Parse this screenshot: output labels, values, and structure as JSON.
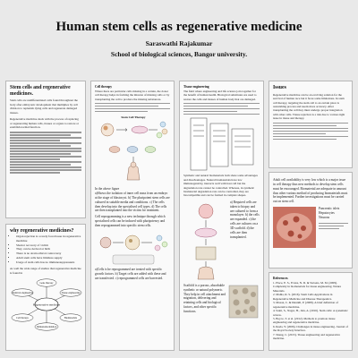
{
  "poster": {
    "title": "Human stem cells as regenerative medicine",
    "author": "Saraswathi Rajakumar",
    "affiliation": "School of biological sciences, Bangor university."
  },
  "col1": {
    "intro_heading": "Stem cells and regenerative medicines.",
    "intro_text_1": "Stem cells are undifferentiated cells found throughout the body after embryonic development that multiplies by cell division to replenish dying cells and regenerate damaged tissues.",
    "intro_text_2": "Regenerative medicine deals with the process of replacing or regenerating human cells, tissues or organs to restore or establish normal function.",
    "why_heading": "why regenerative medicines?",
    "why_bullets": [
      "Organ rejection is a rarely faced issue in regenerative medicine",
      "Shorter recovery of victim",
      "They can be derived at birth",
      "There is no strain ethical controversy",
      "Adult stem cells have limitless supply",
      "Usage of stem cells has no immunosuppressants"
    ],
    "why_footer": "As well the wide range of studies that regenerative medicine is found in",
    "diagram_center": "Regenerative medicine",
    "diagram_nodes": [
      "Gene therapy",
      "Tissue engineering",
      "Biomaterials",
      "Immunomodulation",
      "Cell therapy",
      "chemical engineering"
    ]
  },
  "col2": {
    "heading": "Cell therapy",
    "text": "Where there are particular cells missing in a certain, the donor cell therapy helps in forming the mission of missing cells or by transplanting the cell to produce the missing substances.",
    "figure_title": "Stem Cell Therapy",
    "caption_1": "In the above figure",
    "caption_2": "a)Shows the isolation of inner cell mass from an embryo at the stage of blastocyst. b) The pluripotent stem cells are cultured in suitable media and conditions. c) The cells then develop into the specialised cell types. d) The cells are then transplanted into the victim for treatment.",
    "caption_3": "Cell reprogramming is a new technique through which specialised cells can be induced with pluripotency and then reprogrammed into specific stem cells.",
    "caption_4": "a)Cells is be reprogrammed are treated with specific growth factors. b) Target cells are added with these and are transfected. c) reprogrammed cells are harvested."
  },
  "col3": {
    "heading": "Tissue engineering",
    "text": "The field where engineering and life science join together for the benefit of human health. Biological substitutes are used to restore the cells and tissues of human body that are damaged.",
    "scaffold_text": "Synthetic and natural biomaterials both share some advantages and disadvantages. Natural biomaterials have low immunogenicity, interacts well with host cell but the degradation rate cannot be controlled. Whereas, in synthetic biomaterial degradation rate can be controlled, they are biocompatible and can be formed in complex shapes.",
    "steps_text": "a) Required cells are taken to biopsy and are cultured to form a monolayer. b) the cells are expanded. c) the cells are cultures on a 3D scaffold. d) the cells are then transplanted.",
    "scaffold_foot": "Scaffold is a porous, absorbable synthetic or natural polymeric. They help in cell attachment and migration, delivering and retaining cells and biological factors, and other specific functions."
  },
  "col4": {
    "issues_heading": "Issues",
    "issues_text": "Regenerative medicine can be an evolving solution for the survival of human race but it faces some limitations. In stem cell therapy, targeting the stem cell to an certain place is astonishing process and needs more accuracy. After transplanting the cell they must undergo proper integration with other cells. Tissue rejection is a risk due to various tight issue in tissue and therapy.",
    "conclusion_text": "Adult cell availability is very low which is a major issue in cell therapy thus new methods to develop stem cells must be encouraged. Biomaterial are adequate in amount thus other various method of producing biomaterials must be implemented. Further investigations must be carried out on stem cell.",
    "figure_labels": [
      "Pancreatic islets",
      "Hepatocytes",
      "Neurons"
    ],
    "references_heading": "References",
    "references": [
      "1. Place, E. S., Evans, N. D. & Stevens, M. M. (2009). Complexity in biomaterials for tissue engineering. Nature Materials.",
      "2. Mahla, R. S. (2016). Stem Cells Applications in Regenerative Medicine and Disease Therapeutics.",
      "3. Mason, C. & Dunnill, P. (2008). A brief definition of regenerative medicine.",
      "4. Saini, S., Nagar, H., Jain, A. (2016). Stem cells: A systematic review.",
      "5. Boyce, T. et al. (2012). Methods to promote tissue engineering and regenerative medicine.",
      "6. Ikada, Y. (2006). Challenges in tissue engineering. Journal of the Royal Society Interface.",
      "7. Sheng, C. (2015). Tissue engineering and regenerative medicine."
    ]
  }
}
